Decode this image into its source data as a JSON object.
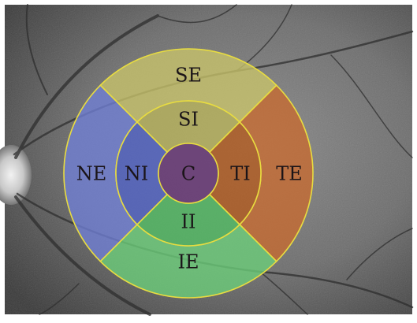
{
  "regions": {
    "SE": {
      "label": "SE",
      "color": "#c9c46a"
    },
    "SI": {
      "label": "SI",
      "color": "#b9b35a"
    },
    "NE": {
      "label": "NE",
      "color": "#6f7fd6"
    },
    "NI": {
      "label": "NI",
      "color": "#4f62c6"
    },
    "TE": {
      "label": "TE",
      "color": "#c86a30"
    },
    "TI": {
      "label": "TI",
      "color": "#b35a1c"
    },
    "IE": {
      "label": "IE",
      "color": "#6bd07a"
    },
    "II": {
      "label": "II",
      "color": "#4fbd62"
    },
    "C": {
      "label": "C",
      "color": "#6a3e78"
    }
  },
  "outline_color": "#e8dc40",
  "label_color": "#1a1418"
}
